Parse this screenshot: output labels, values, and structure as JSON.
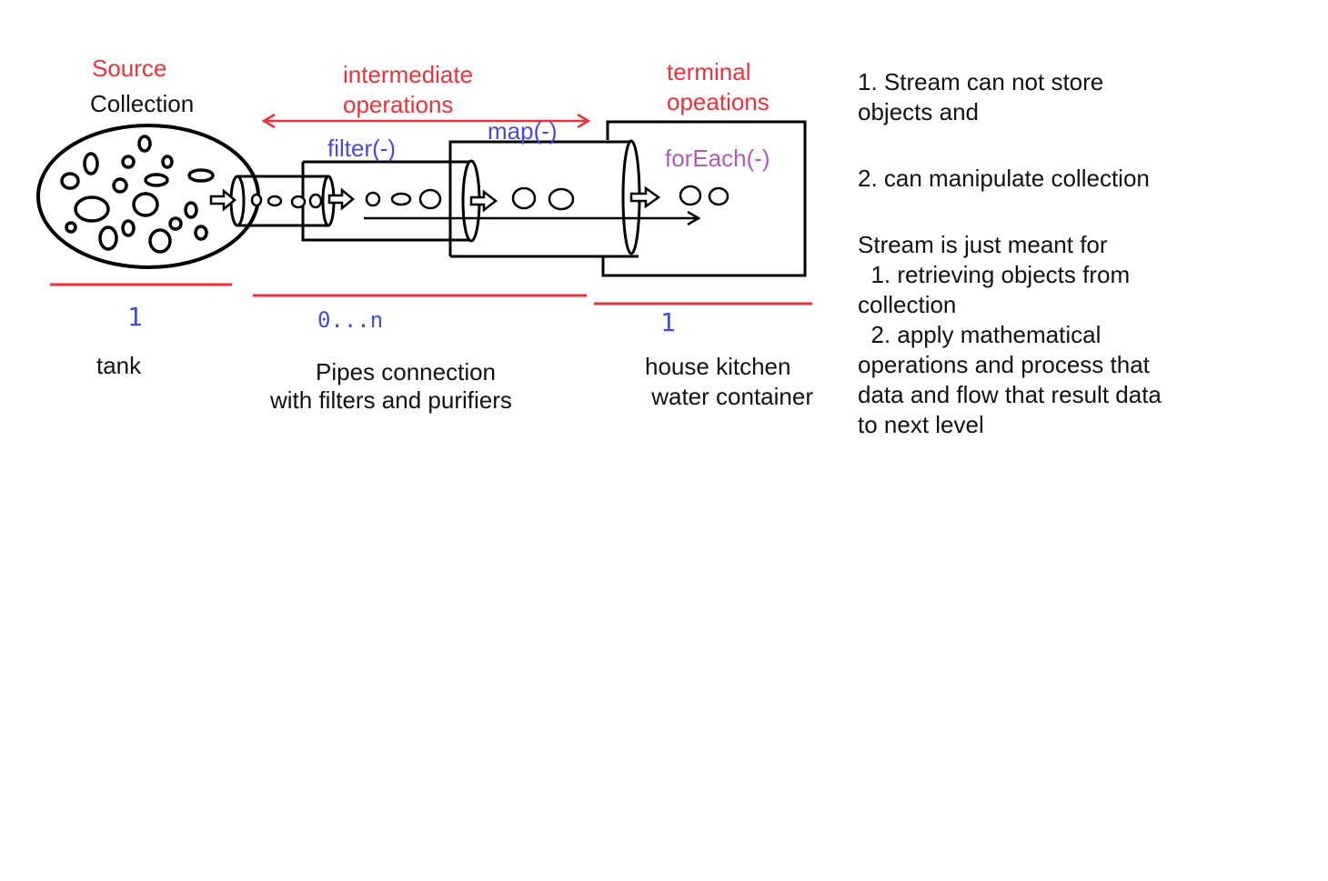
{
  "labels": {
    "source": "Source",
    "collection": "Collection",
    "intermediate_line1": "intermediate",
    "intermediate_line2": "operations",
    "terminal_line1": "terminal",
    "terminal_line2": "opeations",
    "filter": "filter(-)",
    "map": "map(-)",
    "foreach": "forEach(-)"
  },
  "counts": {
    "source": "1",
    "intermediate": "0...n",
    "terminal": "1"
  },
  "captions": {
    "tank": "tank",
    "pipes_line1": "Pipes connection",
    "pipes_line2": "with filters and purifiers",
    "kitchen_line1": "house kitchen",
    "kitchen_line2": " water container"
  },
  "notes": {
    "n1_line1": "1. Stream can not store",
    "n1_line2": "objects and",
    "n2": "2. can manipulate collection",
    "n3_intro": "Stream is just meant for",
    "n3_item1_line1": "  1. retrieving objects from",
    "n3_item1_line2": "collection",
    "n3_item2_line1": "  2. apply mathematical",
    "n3_item2_line2": "operations and process that",
    "n3_item2_line3": "data and flow that result data",
    "n3_item2_line4": "to next level"
  },
  "colors": {
    "red": "#e8323c",
    "blue": "#4a4ad6",
    "purple": "#b25ab8",
    "ink": "#111111"
  }
}
